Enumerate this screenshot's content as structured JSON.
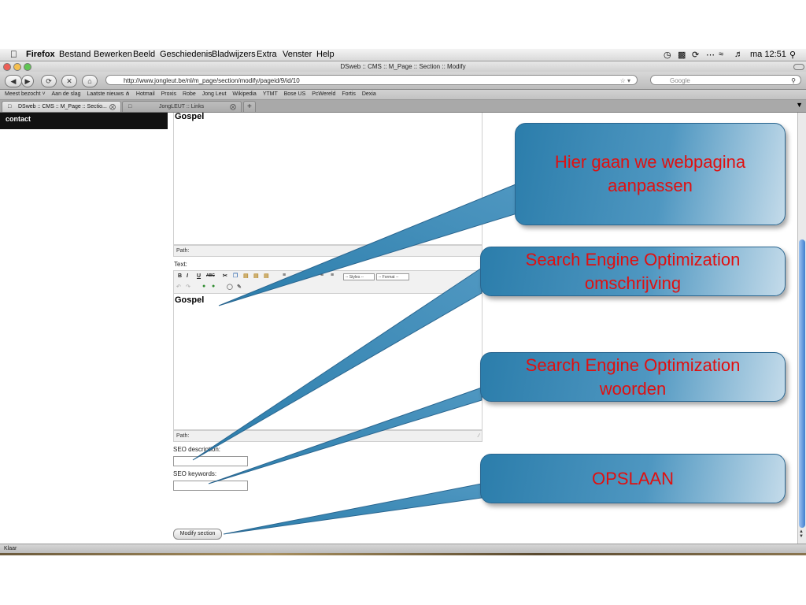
{
  "menubar": {
    "apple": "",
    "app": "Firefox",
    "items": [
      "Bestand",
      "Bewerken",
      "Beeld",
      "Geschiedenis",
      "Bladwijzers",
      "Extra",
      "Venster",
      "Help"
    ],
    "clock": "ma 12:51"
  },
  "window": {
    "title": "DSweb :: CMS :: M_Page :: Section :: Modify"
  },
  "navbar": {
    "url": "http://www.jongleut.be/nl/m_page/section/modify/pageid/9/id/10",
    "search_placeholder": "Google"
  },
  "bookmarks": [
    "Meest bezocht ˅",
    "Aan de slag",
    "Laatste nieuws ⋔",
    "Hotmail",
    "Proxis",
    "Robe",
    "Jong Leut",
    "Wikipedia",
    "YTMT",
    "Bose US",
    "PcWereld",
    "Fortis",
    "Dexia"
  ],
  "tabs": [
    {
      "label": "DSweb :: CMS :: M_Page :: Sectio..."
    },
    {
      "label": "JongLEUT :: Links"
    }
  ],
  "page": {
    "sidebar_item": "contact",
    "editor1_heading": "Gospel",
    "path_label": "Path:",
    "text_label": "Text:",
    "editor2_heading": "Gospel",
    "path_label2": "Path:",
    "styles_select": "-- Styles --",
    "format_select": "-- Format --",
    "seo_description_label": "SEO description:",
    "seo_keywords_label": "SEO keywords:",
    "modify_button": "Modify section"
  },
  "statusbar": {
    "text": "Klaar"
  },
  "callouts": {
    "edit_page": "Hier gaan we webpagina aanpassen",
    "seo_description": "Search Engine Optimization omschrijving",
    "seo_keywords": "Search Engine Optimization woorden",
    "save": "OPSLAAN"
  },
  "colors": {
    "callout_text": "#e01010",
    "callout_fill": "#2b7dab"
  }
}
